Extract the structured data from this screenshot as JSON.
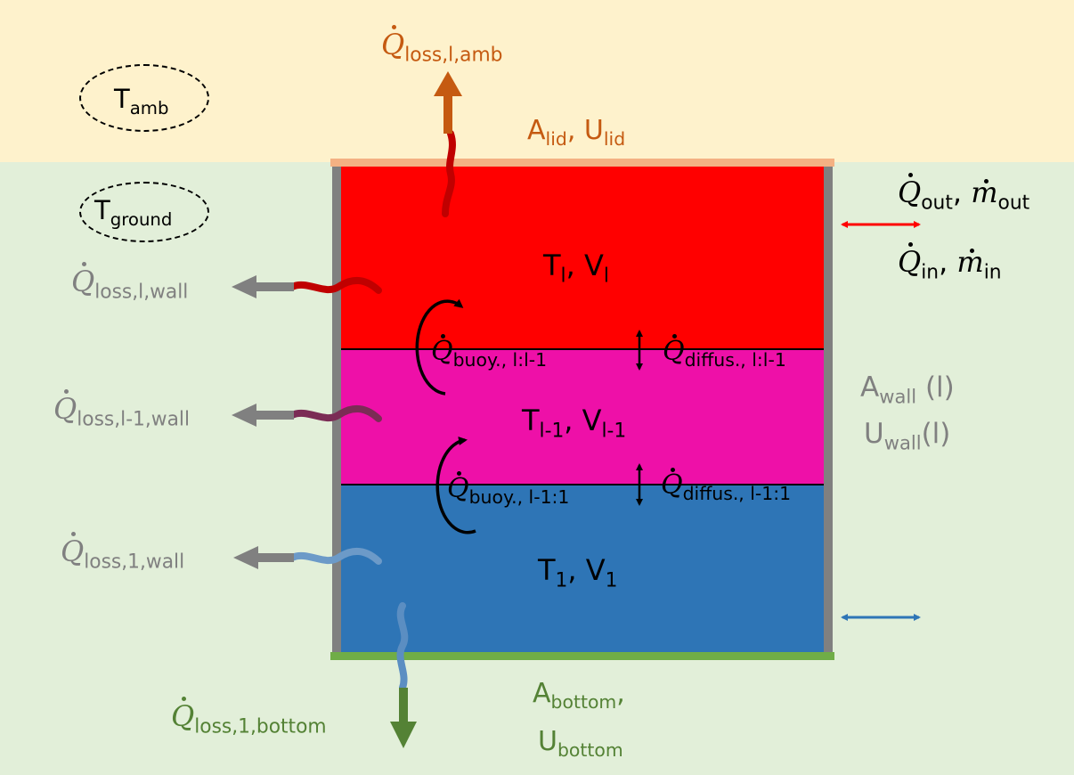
{
  "colors": {
    "ambient_bg": "#FEF2CC",
    "ground_bg": "#E2EFD9",
    "layer_top": "#FF0000",
    "layer_mid": "#EE10A8",
    "layer_bottom": "#2E75B6",
    "wall": "#808080",
    "lid": "#F4B183",
    "bottom_plate": "#70AD47",
    "loss_amb": "#C55A11",
    "loss_wall": "#808080",
    "loss_bottom": "#548235",
    "flow_top": "#FF0000",
    "flow_bottom": "#2E75B6"
  },
  "zones": {
    "ambient": {
      "symbol": "T",
      "sub": "amb"
    },
    "ground": {
      "symbol": "T",
      "sub": "ground"
    }
  },
  "lid": {
    "a_symbol": "A",
    "a_sub": "lid",
    "sep": ",",
    "u_symbol": "U",
    "u_sub": "lid"
  },
  "bottom": {
    "a_symbol": "A",
    "a_sub": "bottom",
    "sep": ",",
    "u_symbol": "U",
    "u_sub": "bottom"
  },
  "wall": {
    "a_symbol": "A",
    "a_sub": "wall",
    "a_arg": " (l)",
    "u_symbol": "U",
    "u_sub": "wall",
    "u_arg": "(l)"
  },
  "layers": [
    {
      "t_sub": "l",
      "v_sub": "l"
    },
    {
      "t_sub": "l-1",
      "v_sub": "l-1"
    },
    {
      "t_sub": "1",
      "v_sub": "1"
    }
  ],
  "layer_symbols": {
    "t": "T",
    "v": "V",
    "sep": ", "
  },
  "heat_symbol": "Q",
  "mass_symbol": "m",
  "losses": {
    "amb": "loss,l,amb",
    "wall_top": "loss,l,wall",
    "wall_mid": "loss,l-1,wall",
    "wall_bottom": "loss,1,wall",
    "bottom": "loss,1,bottom"
  },
  "exchange": {
    "buoy_upper": "buoy., l:l-1",
    "diffus_upper": "diffus., l:l-1",
    "buoy_lower": "buoy., l-1:1",
    "diffus_lower": "diffus., l-1:1"
  },
  "flows": {
    "out_sub": "out",
    "in_sub": "in",
    "sep": ", "
  }
}
